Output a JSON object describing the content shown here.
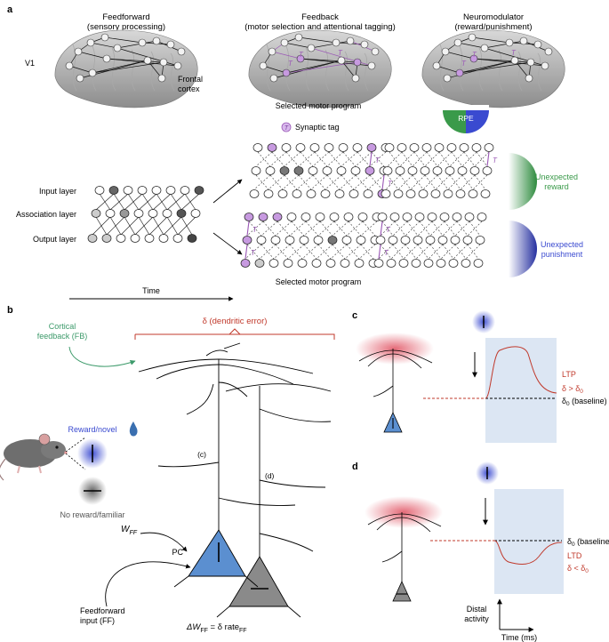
{
  "panel_a": {
    "letter": "a",
    "col1_title": "Feedforward",
    "col1_sub": "(sensory processing)",
    "col2_title": "Feedback",
    "col2_sub": "(motor selection and attentional tagging)",
    "col3_title": "Neuromodulator",
    "col3_sub": "(reward/punishment)",
    "v1": "V1",
    "frontal_1": "Frontal",
    "frontal_2": "cortex",
    "selected_top": "Selected motor program",
    "selected_bottom": "Selected motor program",
    "tag_glyph": "T",
    "tag_label": "Synaptic tag",
    "rpe": "RPE",
    "input_layer": "Input layer",
    "association_layer": "Association layer",
    "output_layer": "Output layer",
    "time": "Time",
    "unexpected_reward_1": "Unexpected",
    "unexpected_reward_2": "reward",
    "unexpected_punish_1": "Unexpected",
    "unexpected_punish_2": "punishment"
  },
  "panel_b": {
    "letter": "b",
    "cortical_fb_1": "Cortical",
    "cortical_fb_2": "feedback (FB)",
    "delta_label": "δ (dendritic error)",
    "reward_novel": "Reward/novel",
    "no_reward": "No reward/familiar",
    "label_c": "(c)",
    "label_d": "(d)",
    "pc": "PC",
    "wff_w": "W",
    "wff_sub": "FF",
    "ff_input_1": "Feedforward",
    "ff_input_2": "input (FF)",
    "eq_prefix": "ΔW",
    "eq_sub": "FF",
    "eq_mid": " = δ rate",
    "eq_sub2": "FF"
  },
  "panel_c": {
    "letter": "c",
    "ltp": "LTP",
    "cond_a": "δ > δ",
    "cond_sub": "0",
    "baseline_d": "δ",
    "baseline_sub": "0",
    "baseline_txt": " (baseline)"
  },
  "panel_d": {
    "letter": "d",
    "ltd": "LTD",
    "cond_a": "δ < δ",
    "cond_sub": "0",
    "baseline_d": "δ",
    "baseline_sub": "0",
    "baseline_txt": " (baseline)",
    "distal_1": "Distal",
    "distal_2": "activity",
    "time_ms": "Time (ms)"
  },
  "colors": {
    "tag_purple": "#9b59b6",
    "reward_green": "#3a9a4a",
    "punish_blue": "#2c3ea8",
    "error_red": "#c0392b",
    "feedback_green": "#3c9a6a",
    "window_blue": "#dce6f3",
    "pc_blue": "#5b8fd0",
    "pc_gray": "#8a8a8a"
  }
}
